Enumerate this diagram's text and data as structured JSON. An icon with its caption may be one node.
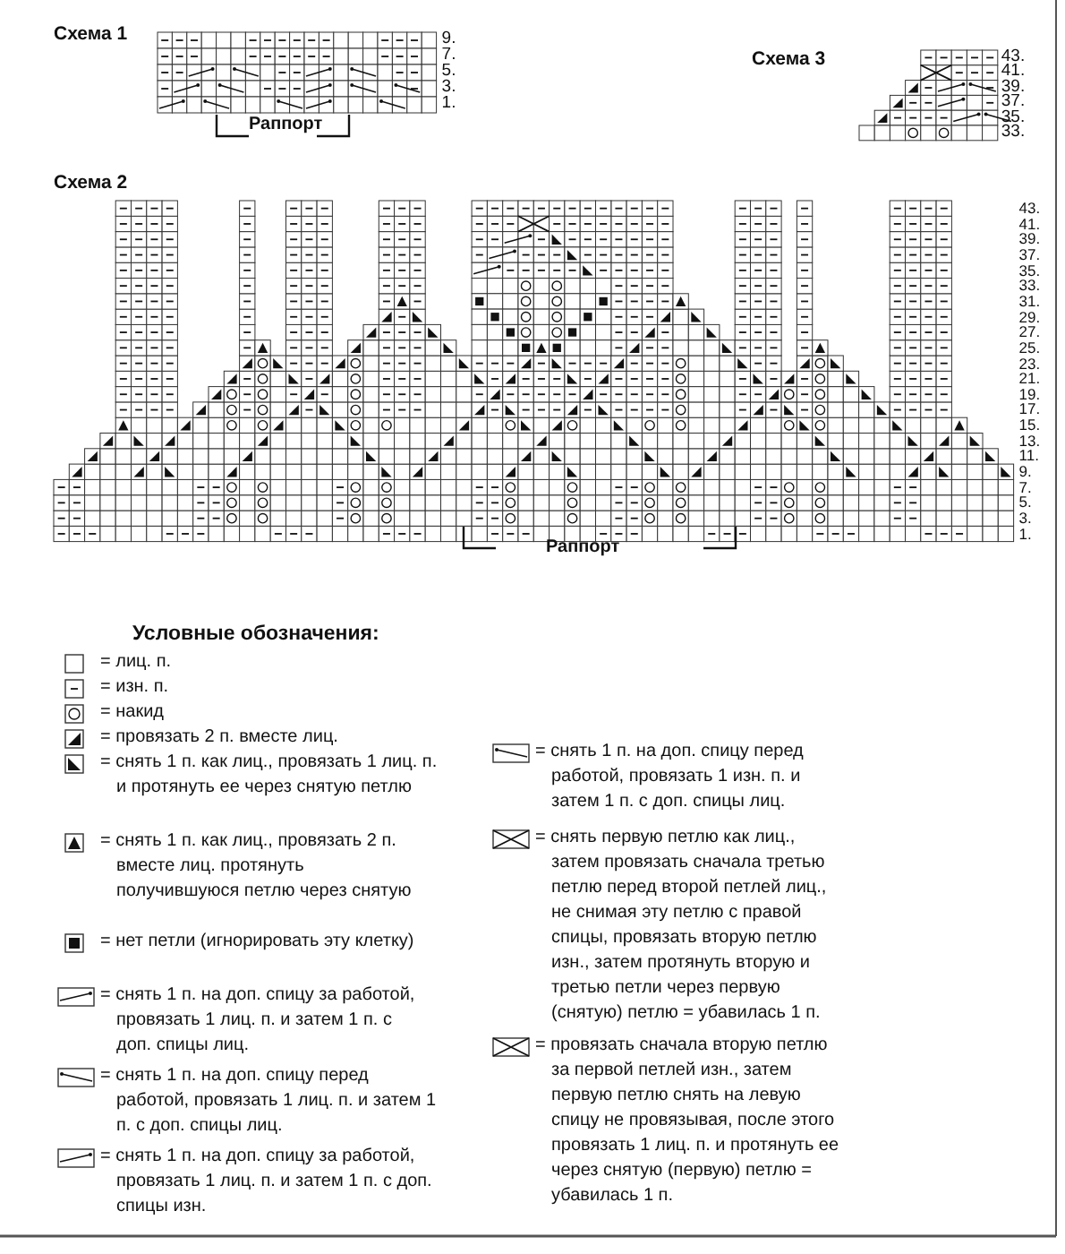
{
  "diagram": {
    "labels": [
      "Схема 1",
      "9.",
      "7.",
      "5.",
      "3.",
      "1.",
      "Раппорт",
      "Схема 3",
      "43.",
      "41.",
      "39.",
      "37.",
      "35.",
      "33.",
      "Схема 2",
      "43.",
      "41.",
      "39.",
      "37.",
      "35.",
      "33.",
      "31.",
      "29.",
      "27.",
      "25.",
      "23.",
      "21.",
      "19.",
      "17.",
      "15.",
      "13.",
      "11.",
      "9.",
      "7.",
      "5.",
      "3.",
      "1.",
      "Раппорт",
      "Условные обозначения:"
    ],
    "legend": [
      {
        "text": "= лиц. п."
      },
      {
        "text": "= изн. п."
      },
      {
        "text": "= накид"
      },
      {
        "text": "= провязать 2 п. вместе лиц."
      },
      {
        "text": "= снять 1 п. как лиц., провязать 1 лиц. п. и протянуть ее через снятую петлю"
      },
      {
        "text": "= снять 1 п. как лиц., провязать 2 п. вместе лиц. протянуть получившуюся петлю через снятую"
      },
      {
        "text": "= нет петли (игнорировать эту клетку)"
      },
      {
        "text": "= снять 1 п. на доп. спицу за работой, провязать 1 лиц. п. и затем 1 п. с доп. спицы лиц."
      },
      {
        "text": "= снять 1 п. на доп. спицу перед работой, провязать 1 лиц. п. и затем 1 п. с доп. спицы лиц."
      },
      {
        "text": "= снять 1 п. на доп. спицу за работой, провязать 1 лиц. п. и затем 1 п. с доп. спицы изн."
      },
      {
        "text": "= снять 1 п. на доп. спицу перед работой, провязать 1 изн. п. и затем 1 п. с доп. спицы лиц."
      },
      {
        "text": "= снять первую петлю как лиц., затем провязать сначала третью петлю перед второй петлей лиц., не снимая эту петлю с правой спицы, провязать вторую петлю изн., затем протянуть вторую и третью петли через первую (снятую) петлю = убавилась 1 п."
      },
      {
        "text": "= провязать сначала вторую петлю за первой петлей изн., затем первую петлю снять на левую спицу не провязывая, после этого провязать 1 лиц. п. и протянуть ее через снятую (первую) петлю = убавилась 1 п."
      }
    ]
  }
}
